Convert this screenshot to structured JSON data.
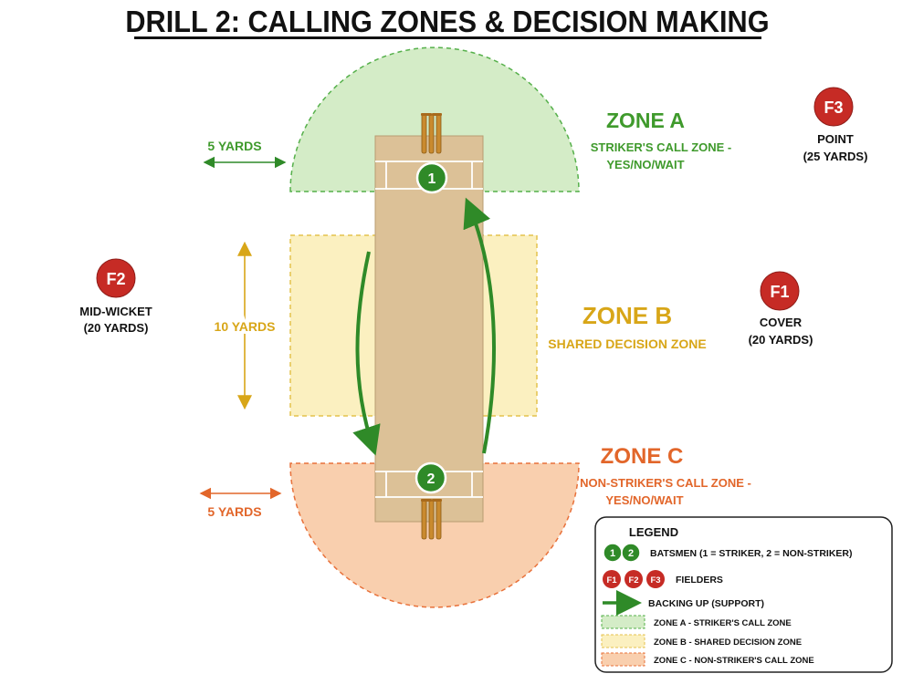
{
  "title": "DRILL 2: CALLING ZONES & DECISION MAKING",
  "colors": {
    "zone_a_fill": "#d4ecc7",
    "zone_a_stroke": "#55b04a",
    "zone_a_text": "#3f9a2c",
    "zone_b_fill": "#fbf0c0",
    "zone_b_stroke": "#e4c24c",
    "zone_b_text": "#d8a618",
    "zone_c_fill": "#f9cfae",
    "zone_c_stroke": "#e8713a",
    "zone_c_text": "#e2662a",
    "pitch": "#dcc197",
    "batsman": "#2f8a28",
    "fielder": "#c62b25",
    "arrow": "#2f8a28"
  },
  "zones": {
    "a": {
      "title": "ZONE A",
      "desc_line1": "STRIKER'S CALL ZONE -",
      "desc_line2": "YES/NO/WAIT",
      "measure": "5 YARDS"
    },
    "b": {
      "title": "ZONE B",
      "desc_line1": "SHARED DECISION ZONE",
      "measure": "10 YARDS"
    },
    "c": {
      "title": "ZONE C",
      "desc_line1": "NON-STRIKER'S CALL ZONE -",
      "desc_line2": "YES/NO/WAIT",
      "measure": "5 YARDS"
    }
  },
  "batsmen": [
    {
      "id": "1"
    },
    {
      "id": "2"
    }
  ],
  "fielders": [
    {
      "id": "F1",
      "position": "COVER",
      "distance": "(20 YARDS)"
    },
    {
      "id": "F2",
      "position": "MID-WICKET",
      "distance": "(20 YARDS)"
    },
    {
      "id": "F3",
      "position": "POINT",
      "distance": "(25 YARDS)"
    }
  ],
  "legend": {
    "title": "LEGEND",
    "batsmen_badges": [
      "1",
      "2"
    ],
    "batsmen_label": "BATSMEN (1 = STRIKER, 2 = NON-STRIKER)",
    "fielder_badges": [
      "F1",
      "F2",
      "F3"
    ],
    "fielders_label": "FIELDERS",
    "arrow_label": "BACKING UP (SUPPORT)",
    "zone_a_label": "ZONE A  -  STRIKER'S CALL ZONE",
    "zone_b_label": "ZONE B  -  SHARED DECISION ZONE",
    "zone_c_label": "ZONE C  -  NON-STRIKER'S CALL ZONE"
  }
}
